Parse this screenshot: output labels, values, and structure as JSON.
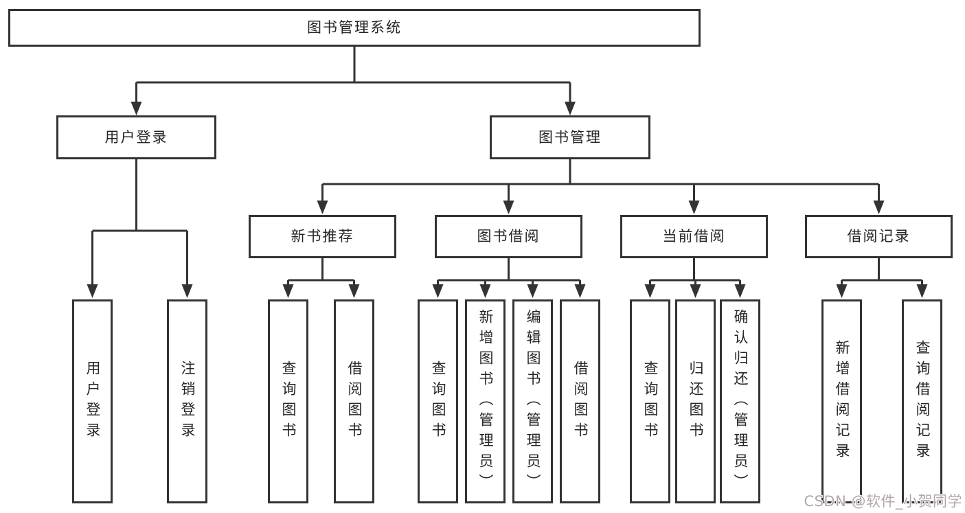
{
  "diagram": {
    "title": "图书管理系统",
    "level2": {
      "user_login": "用户登录",
      "book_mgmt": "图书管理"
    },
    "level3": {
      "new_books": "新书推荐",
      "book_borrow": "图书借阅",
      "current_borrow": "当前借阅",
      "borrow_records": "借阅记录"
    },
    "leaves": {
      "user_login": [
        "用户登录",
        "注销登录"
      ],
      "new_books": [
        "查询图书",
        "借阅图书"
      ],
      "book_borrow": [
        "查询图书",
        "新增图书（管理员）",
        "编辑图书（管理员）",
        "借阅图书"
      ],
      "current_borrow": [
        "查询图书",
        "归还图书",
        "确认归还（管理员）"
      ],
      "borrow_records": [
        "新增借阅记录",
        "查询借阅记录"
      ]
    }
  },
  "watermark": {
    "text": "CSDN @软件_小贺同学",
    "color": "#b4a7a9"
  },
  "colors": {
    "line": "#333333",
    "text": "#262626",
    "node_bg": "#ffffff"
  }
}
